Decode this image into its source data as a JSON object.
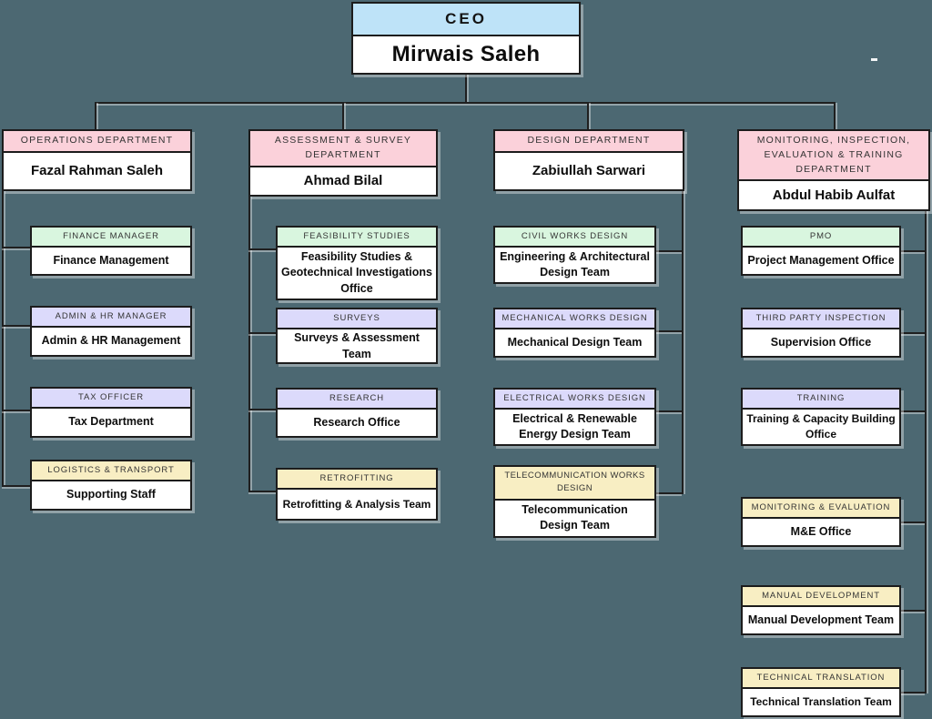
{
  "org": {
    "root": {
      "title": "CEO",
      "name": "Mirwais Saleh"
    },
    "departments": [
      {
        "title": "OPERATIONS DEPARTMENT",
        "name": "Fazal Rahman Saleh",
        "children": [
          {
            "title": "FINANCE MANAGER",
            "name": "Finance Management",
            "header_color": "#d9f6df"
          },
          {
            "title": "ADMIN & HR MANAGER",
            "name": "Admin & HR Management",
            "header_color": "#dcdafb"
          },
          {
            "title": "TAX OFFICER",
            "name": "Tax Department",
            "header_color": "#dcdafb"
          },
          {
            "title": "LOGISTICS & TRANSPORT",
            "name": "Supporting Staff",
            "header_color": "#f8eec3"
          }
        ]
      },
      {
        "title": "ASSESSMENT & SURVEY DEPARTMENT",
        "name": "Ahmad Bilal",
        "children": [
          {
            "title": "FEASIBILITY STUDIES",
            "name": "Feasibility Studies & Geotechnical Investigations Office",
            "header_color": "#d9f6df"
          },
          {
            "title": "SURVEYS",
            "name": "Surveys & Assessment Team",
            "header_color": "#dcdafb"
          },
          {
            "title": "RESEARCH",
            "name": "Research Office",
            "header_color": "#dcdafb"
          },
          {
            "title": "RETROFITTING",
            "name": "Retrofitting & Analysis Team",
            "header_color": "#f8eec3"
          }
        ]
      },
      {
        "title": "DESIGN DEPARTMENT",
        "name": "Zabiullah Sarwari",
        "children": [
          {
            "title": "CIVIL WORKS DESIGN",
            "name": "Engineering & Architectural Design Team",
            "header_color": "#d9f6df"
          },
          {
            "title": "MECHANICAL WORKS DESIGN",
            "name": "Mechanical Design Team",
            "header_color": "#dcdafb"
          },
          {
            "title": "ELECTRICAL WORKS DESIGN",
            "name": "Electrical & Renewable Energy Design Team",
            "header_color": "#dcdafb"
          },
          {
            "title": "TELECOMMUNICATION WORKS DESIGN",
            "name": "Telecommunication Design Team",
            "header_color": "#f8eec3"
          }
        ]
      },
      {
        "title": "MONITORING, INSPECTION, EVALUATION & TRAINING DEPARTMENT",
        "name": "Abdul Habib Aulfat",
        "children": [
          {
            "title": "PMO",
            "name": "Project Management Office",
            "header_color": "#d9f6df"
          },
          {
            "title": "THIRD PARTY INSPECTION",
            "name": "Supervision Office",
            "header_color": "#dcdafb"
          },
          {
            "title": "TRAINING",
            "name": "Training & Capacity Building Office",
            "header_color": "#dcdafb"
          },
          {
            "title": "MONITORING & EVALUATION",
            "name": "M&E Office",
            "header_color": "#f8eec3"
          },
          {
            "title": "MANUAL DEVELOPMENT",
            "name": "Manual Development Team",
            "header_color": "#f8eec3"
          },
          {
            "title": "TECHNICAL TRANSLATION",
            "name": "Technical Translation Team",
            "header_color": "#f8eec3"
          }
        ]
      }
    ],
    "colors": {
      "background": "#4c6872",
      "ceo_header": "#bee3f8",
      "department_header": "#fbd1da",
      "green_header": "#d9f6df",
      "lavender_header": "#dcdafb",
      "yellow_header": "#f8eec3",
      "box_border": "#1c1c1c",
      "connector_line": "#1f1f1f"
    }
  }
}
